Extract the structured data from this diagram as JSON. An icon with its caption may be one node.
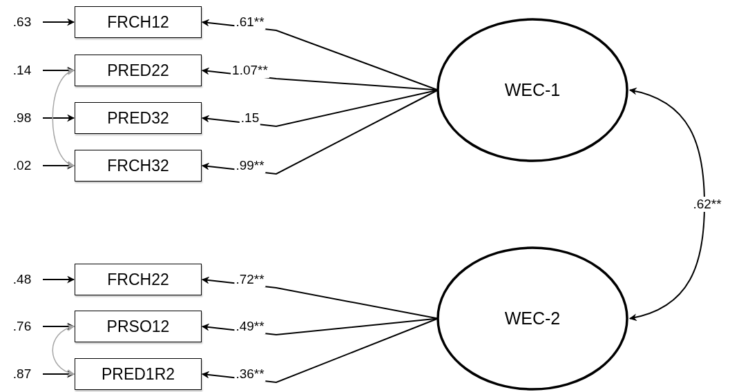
{
  "diagram": {
    "nodes": [
      {
        "text": [
          "FRCH12"
        ]
      },
      {
        "text": [
          "PRED22"
        ]
      },
      {
        "text": [
          "PRED32"
        ]
      },
      {
        "text": [
          "FRCH32"
        ]
      },
      {
        "text": [
          "FRCH22"
        ]
      },
      {
        "text": [
          "PRSO12"
        ]
      },
      {
        "text": [
          "PRED1R2"
        ]
      },
      {
        "text": [
          "WEC-1"
        ]
      },
      {
        "text": [
          "WEC-2"
        ]
      }
    ],
    "edges": [
      {
        "from": null,
        "to": 0,
        "arrow": "to",
        "label": ".63"
      },
      {
        "from": null,
        "to": 1,
        "arrow": "to",
        "label": ".14"
      },
      {
        "from": null,
        "to": 2,
        "arrow": "to",
        "label": ".98"
      },
      {
        "from": null,
        "to": 3,
        "arrow": "to",
        "label": ".02"
      },
      {
        "from": null,
        "to": 4,
        "arrow": "to",
        "label": ".48"
      },
      {
        "from": null,
        "to": 5,
        "arrow": "to",
        "label": ".76"
      },
      {
        "from": null,
        "to": 6,
        "arrow": "to",
        "label": ".87"
      },
      {
        "from": 7,
        "to": 0,
        "arrow": "to",
        "label": ".61**"
      },
      {
        "from": 7,
        "to": 1,
        "arrow": "to",
        "label": "1.07**"
      },
      {
        "from": 7,
        "to": 2,
        "arrow": "to",
        "label": ".15"
      },
      {
        "from": 7,
        "to": 3,
        "arrow": "to",
        "label": ".99**"
      },
      {
        "from": 8,
        "to": 4,
        "arrow": "to",
        "label": ".72**"
      },
      {
        "from": 8,
        "to": 5,
        "arrow": "to",
        "label": ".49**"
      },
      {
        "from": 8,
        "to": 6,
        "arrow": "to",
        "label": ".36**"
      },
      {
        "from": 1,
        "to": 3,
        "arrow": "both",
        "color": "#a6a6a6"
      },
      {
        "from": 5,
        "to": 6,
        "arrow": "both",
        "color": "#a6a6a6"
      },
      {
        "from": 7,
        "to": 8,
        "arrow": "both",
        "label": ".62**"
      }
    ]
  }
}
